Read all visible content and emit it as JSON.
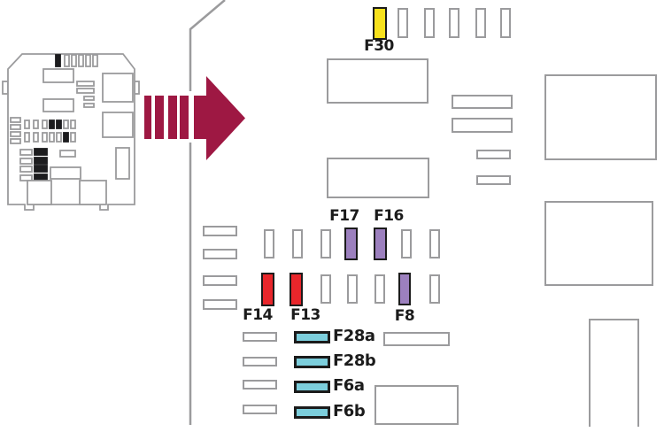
{
  "colors": {
    "outline": "#9b9b9d",
    "ink": "#1b1b1b",
    "yellow": "#f7e11c",
    "purple": "#9c80be",
    "red": "#e8262b",
    "cyan": "#7cceDC",
    "arrow": "#9e1843"
  },
  "fuses": {
    "f30": {
      "label": "F30",
      "color": "yellow"
    },
    "f17": {
      "label": "F17",
      "color": "purple"
    },
    "f16": {
      "label": "F16",
      "color": "purple"
    },
    "f14": {
      "label": "F14",
      "color": "red"
    },
    "f13": {
      "label": "F13",
      "color": "red"
    },
    "f8": {
      "label": "F8",
      "color": "purple"
    },
    "f28a": {
      "label": "F28a",
      "color": "cyan"
    },
    "f28b": {
      "label": "F28b",
      "color": "cyan"
    },
    "f6a": {
      "label": "F6a",
      "color": "cyan"
    },
    "f6b": {
      "label": "F6b",
      "color": "cyan"
    }
  }
}
